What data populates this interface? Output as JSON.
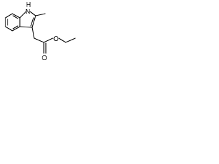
{
  "molecule": {
    "atoms": {
      "nh_label": "H",
      "nh_n_label": "N",
      "ester_o_label": "O",
      "carbonyl_o_label": "O"
    }
  }
}
